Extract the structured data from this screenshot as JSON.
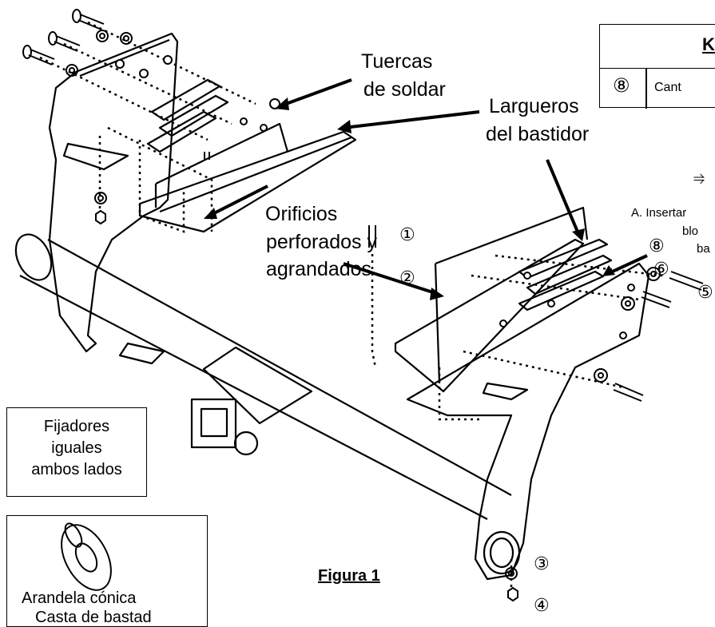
{
  "labels": {
    "weld_nuts_line1": "Tuercas",
    "weld_nuts_line2": "de soldar",
    "frame_rails_line1": "Largueros",
    "frame_rails_line2": "del bastidor",
    "drilled_line1": "Orificios",
    "drilled_line2": "perforados y",
    "drilled_line3": "agrandados"
  },
  "callouts": [
    "①",
    "②",
    "③",
    "④",
    "⑤",
    "⑥",
    "⑧"
  ],
  "key_table": {
    "header": "K",
    "row_number": "⑧",
    "row_text": "Cant"
  },
  "instruction": {
    "line1": "A. Insertar",
    "line2": "blo",
    "line3": "ba"
  },
  "fasteners_note": [
    "Fijadores",
    "iguales",
    "ambos lados"
  ],
  "washer_box": {
    "label": "Arandela cónica",
    "label2": "Casta de bastad"
  },
  "figure_caption": "Figura 1"
}
